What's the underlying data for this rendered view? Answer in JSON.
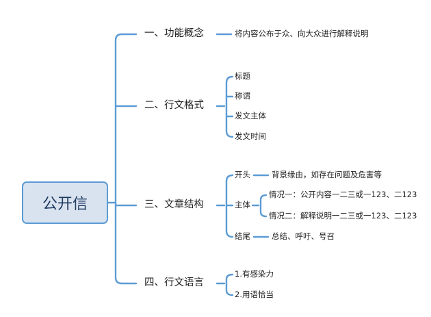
{
  "root": "公开信",
  "branches": [
    {
      "label": "一、功能概念",
      "children": [
        "将内容公布于众、向大众进行解释说明"
      ]
    },
    {
      "label": "二、行文格式",
      "children": [
        "标题",
        "称谓",
        "发文主体",
        "发文时间"
      ]
    },
    {
      "label": "三、文章结构",
      "children": [
        "开头",
        "主体",
        "结尾"
      ]
    },
    {
      "label": "四、行文语言",
      "children": [
        "1.有感染力",
        "2.用语恰当"
      ]
    }
  ],
  "sub": {
    "opening": "背景缘由，如存在问题及危害等",
    "body_case1": "情况一：公开内容一二三或一123、二123",
    "body_case2": "情况二：解释说明一二三或一123、二123",
    "ending": "总结、呼吁、号召"
  },
  "colors": {
    "line": "#5b9bd5",
    "root_fill": "#d9e3f0",
    "root_border": "#5b9bd5"
  }
}
